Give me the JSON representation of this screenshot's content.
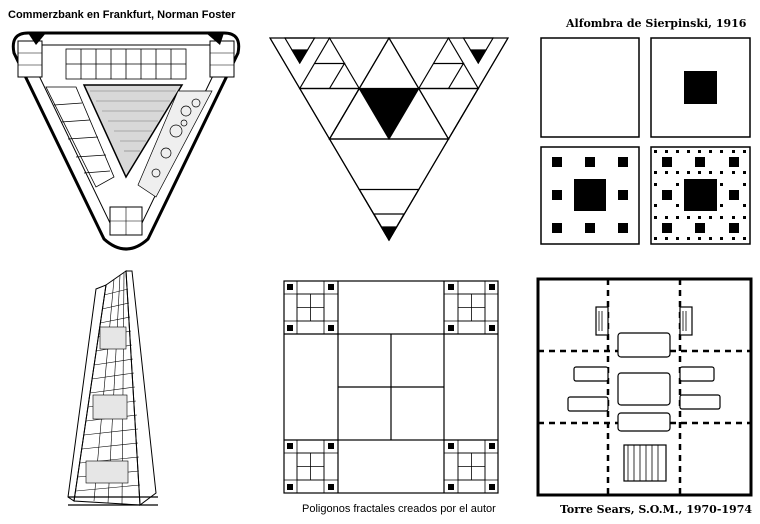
{
  "captions": {
    "commerzbank": "Commerzbank en Frankfurt, Norman Foster",
    "sierpinski_carpet": "Alfombra de Sierpinski, 1916",
    "fractal_polygons": "Poligonos fractales creados por el autor",
    "sears_tower": "Torre Sears, S.O.M., 1970-1974"
  },
  "panels": {
    "commerzbank_plan": "commerzbank-floor-plan",
    "sierpinski_triangle": "sierpinski-triangle",
    "sierpinski_carpet": [
      "iteration-0",
      "iteration-1",
      "iteration-2",
      "iteration-3"
    ],
    "tower_elevation": "commerzbank-tower-perspective",
    "fractal_square": "fractal-square-plan",
    "sears_plan": "sears-tower-plan"
  }
}
